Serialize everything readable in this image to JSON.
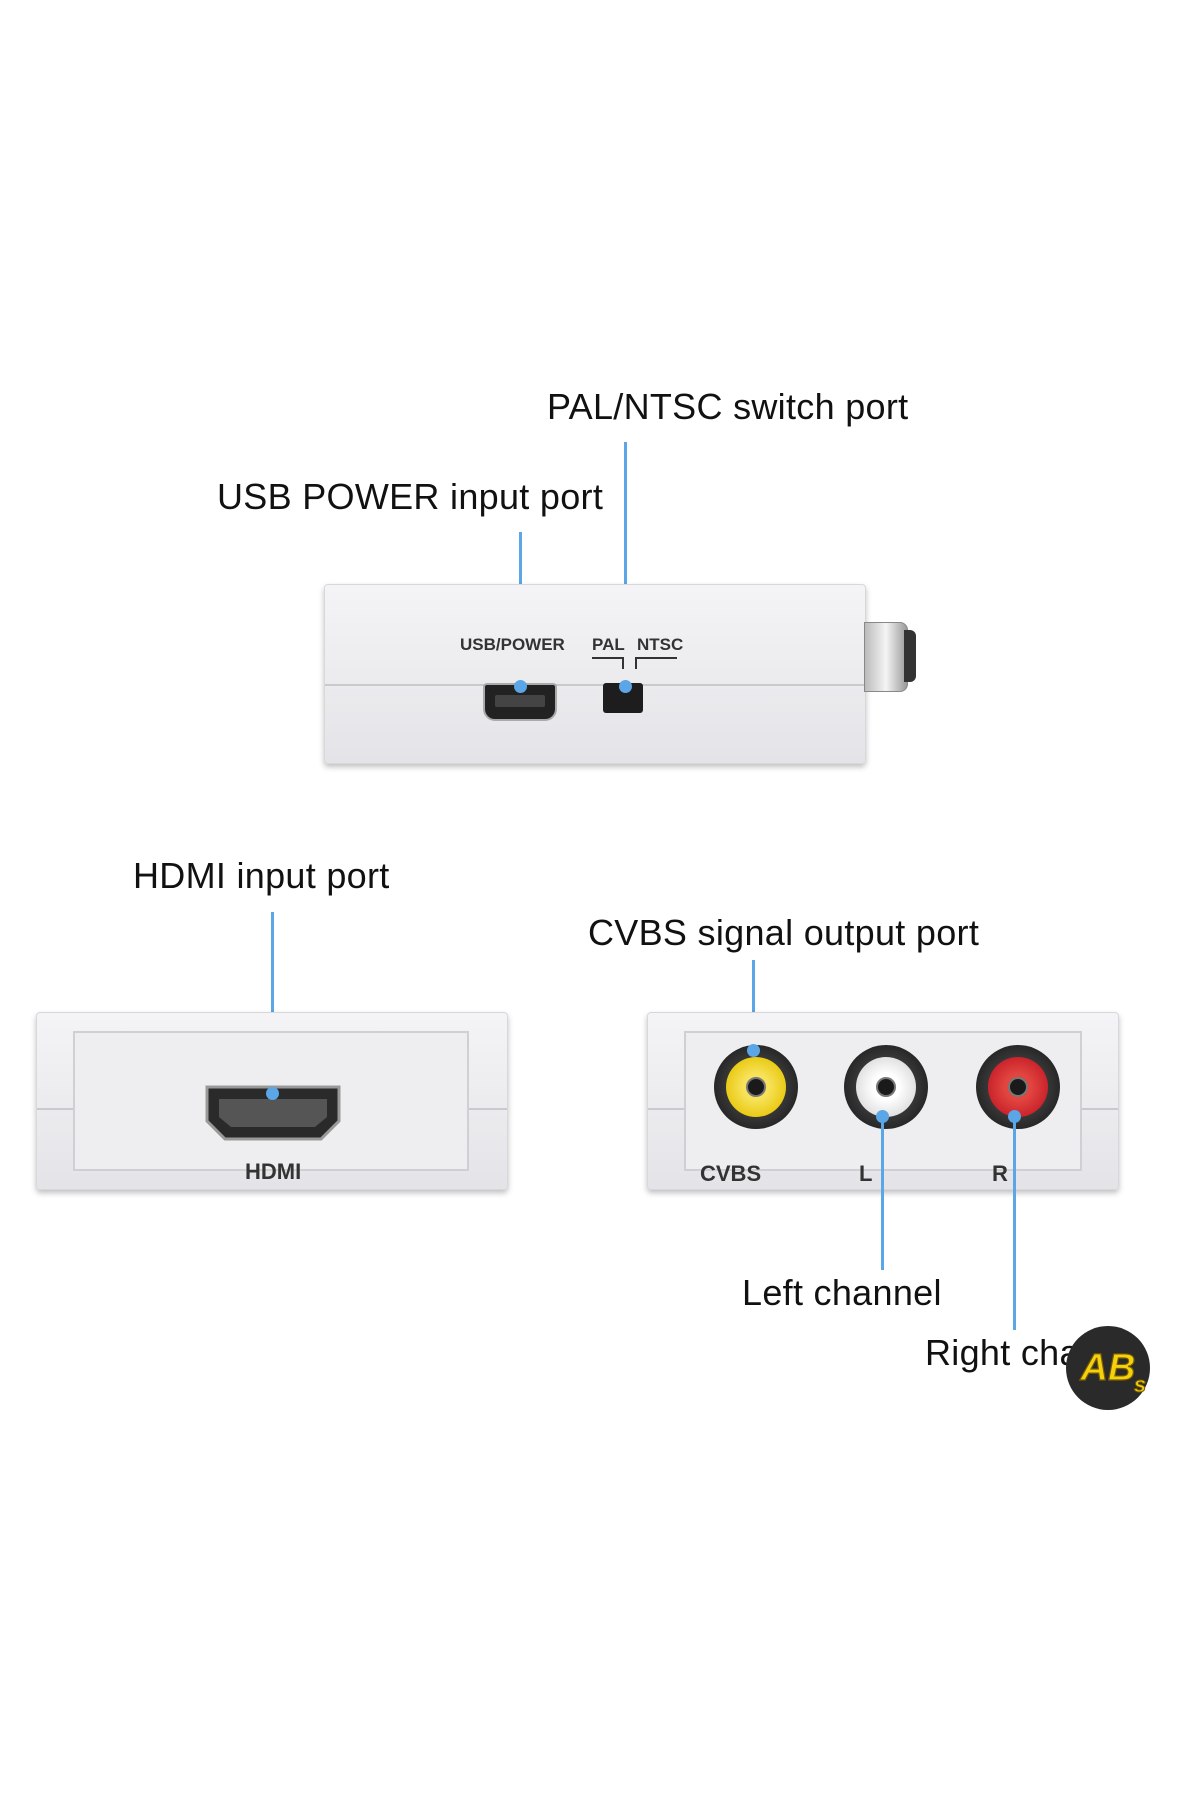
{
  "callouts": {
    "pal_ntsc_switch": "PAL/NTSC switch port",
    "usb_power_input": "USB POWER input port",
    "hdmi_input": "HDMI  input port",
    "cvbs_output": "CVBS signal output port",
    "left_channel": "Left channel",
    "right_channel": "Right cha"
  },
  "device_labels": {
    "usb_power": "USB/POWER",
    "pal": "PAL",
    "ntsc": "NTSC",
    "hdmi": "HDMI",
    "cvbs": "CVBS",
    "left": "L",
    "right": "R"
  },
  "logo_text": "ABs",
  "colors": {
    "leader_line": "#5aa6e6",
    "cvbs_jack": "#f1d51c",
    "left_jack": "#e9e9e9",
    "right_jack": "#c8202a",
    "logo_yellow": "#f4d10e"
  }
}
